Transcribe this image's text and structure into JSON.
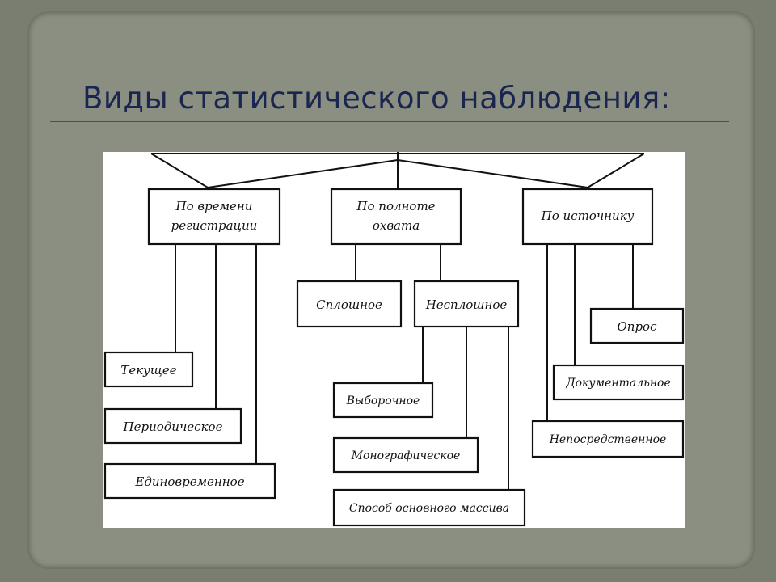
{
  "slide": {
    "title": "Виды статистического наблюдения:"
  },
  "diagram": {
    "groups": [
      {
        "label_lines": [
          "По времени",
          "регистрации"
        ]
      },
      {
        "label_lines": [
          "По полноте",
          "охвата"
        ]
      },
      {
        "label_lines": [
          "По источнику"
        ]
      }
    ],
    "time_items": [
      "Текущее",
      "Периодическое",
      "Единовременное"
    ],
    "coverage_items": [
      "Сплошное",
      "Несплошное"
    ],
    "partial_items": [
      "Выборочное",
      "Монографическое",
      "Способ основного массива"
    ],
    "source_items": [
      "Опрос",
      "Документальное",
      "Непосредственное"
    ]
  }
}
